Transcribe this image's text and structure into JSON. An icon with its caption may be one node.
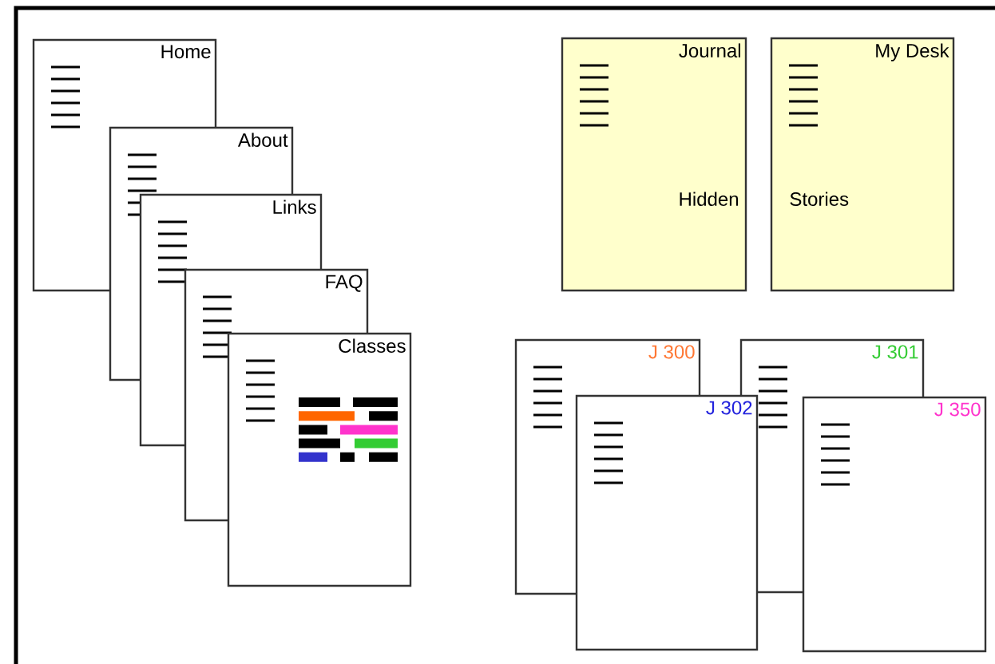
{
  "diagram": {
    "nodes": [
      {
        "text": [
          "Home"
        ]
      },
      {
        "text": [
          "About"
        ]
      },
      {
        "text": [
          "Links"
        ]
      },
      {
        "text": [
          "FAQ"
        ]
      },
      {
        "text": [
          "Classes"
        ]
      },
      {
        "text": [
          "Journal",
          "Hidden"
        ]
      },
      {
        "text": [
          "My Desk",
          "Stories"
        ]
      },
      {
        "text": [
          "J 300"
        ]
      },
      {
        "text": [
          "J 302"
        ]
      },
      {
        "text": [
          "J 301"
        ]
      },
      {
        "text": [
          "J 350"
        ]
      }
    ]
  }
}
